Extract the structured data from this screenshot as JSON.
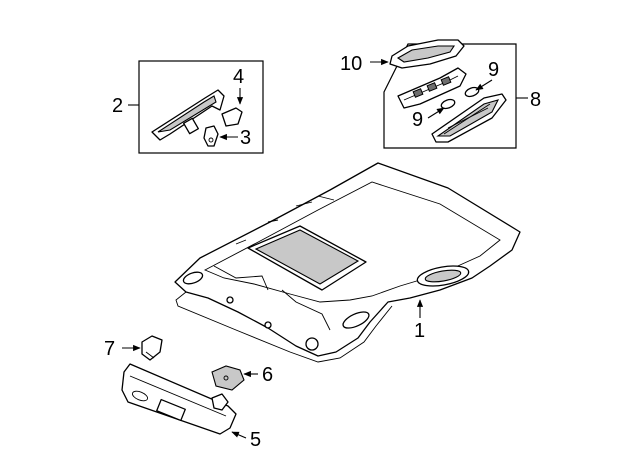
{
  "callouts": {
    "c1": "1",
    "c2": "2",
    "c3": "3",
    "c4": "4",
    "c5": "5",
    "c6": "6",
    "c7": "7",
    "c8": "8",
    "c9a": "9",
    "c9b": "9",
    "c10": "10"
  },
  "colors": {
    "line": "#000000",
    "fill": "#ffffff",
    "shade": "#c8c8c8"
  }
}
